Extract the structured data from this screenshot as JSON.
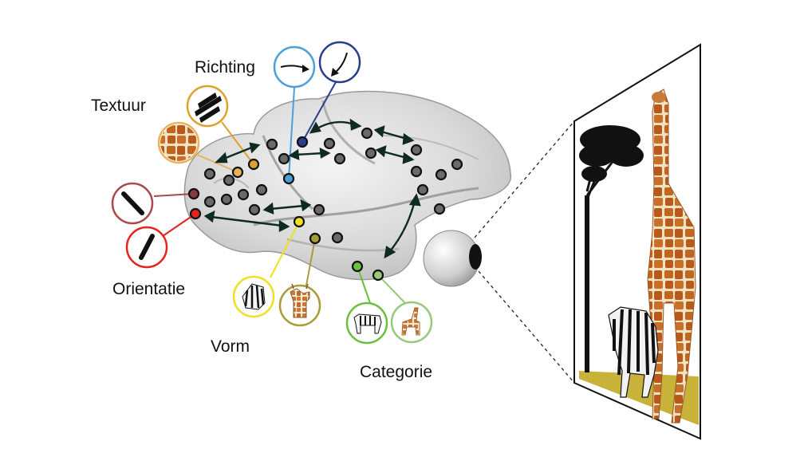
{
  "labels": {
    "richting": "Richting",
    "textuur": "Textuur",
    "orientatie": "Orientatie",
    "vorm": "Vorm",
    "categorie": "Categorie"
  },
  "icons": {
    "direction_right": "direction-arrow-right-icon",
    "direction_down": "direction-arrow-down-icon",
    "texture_stripes": "diagonal-stripes-texture-icon",
    "texture_giraffe": "giraffe-skin-texture-icon",
    "orientation_left": "oriented-bar-left-icon",
    "orientation_right": "oriented-bar-right-icon",
    "shape_zebra": "zebra-shape-icon",
    "shape_giraffe": "giraffe-shape-icon",
    "category_zebra": "zebra-category-icon",
    "category_giraffe": "giraffe-category-icon",
    "eye": "eye-icon",
    "brain": "monkey-brain-cortex",
    "scene": "savanna-scene-giraffe-zebra-tree"
  },
  "colors": {
    "direction_light": "#4a9fd8",
    "direction_dark": "#2b3e8a",
    "texture_dark": "#e0a12a",
    "texture_light": "#e8b35a",
    "orientation_dark": "#a84a4a",
    "orientation_red": "#e5231f",
    "shape_yellow": "#f0e020",
    "shape_olive": "#a99a3a",
    "category_green": "#6abf3f",
    "category_light": "#97c97b",
    "arrow": "#0f2a22",
    "ground": "#c8b23a"
  }
}
